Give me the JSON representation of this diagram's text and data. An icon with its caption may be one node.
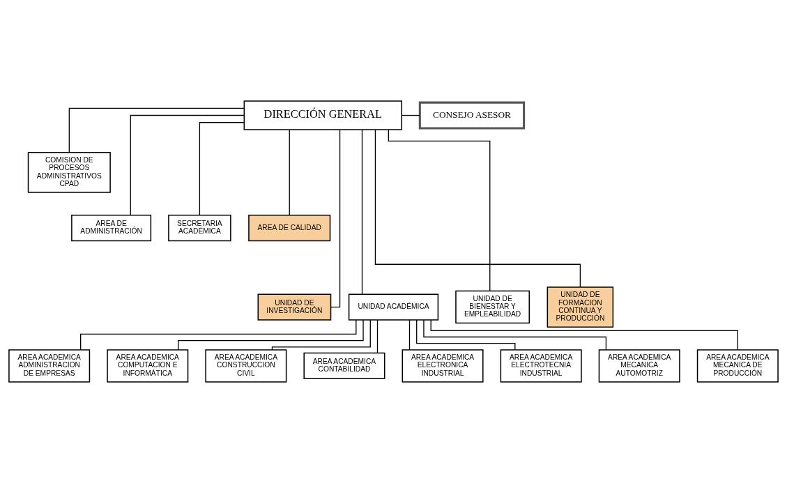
{
  "diagram": {
    "nodes": [
      {
        "text": [
          "DIRECCIÓN GENERAL"
        ]
      },
      {
        "text": [
          "CONSEJO ASESOR"
        ]
      },
      {
        "text": [
          "COMISION DE PROCESOS ADMINISTRATIVOS CPAD"
        ]
      },
      {
        "text": [
          "AREA DE ADMINISTRACIÓN"
        ]
      },
      {
        "text": [
          "SECRETARIA ACADÉMICA"
        ]
      },
      {
        "text": [
          "AREA DE CALIDAD"
        ]
      },
      {
        "text": [
          "UNIDAD DE INVESTIGACIÓN"
        ]
      },
      {
        "text": [
          "UNIDAD ACADÉMICA"
        ]
      },
      {
        "text": [
          "UNIDAD DE BIENESTAR Y EMPLEABILIDAD"
        ]
      },
      {
        "text": [
          "UNIDAD DE FORMACION CONTINUA Y PRODUCCIÓN"
        ]
      },
      {
        "text": [
          "AREA ACADEMICA ADMINISTRACION DE EMPRESAS"
        ]
      },
      {
        "text": [
          "AREA ACADEMICA COMPUTACION E INFORMÁTICA"
        ]
      },
      {
        "text": [
          "AREA ACADEMICA CONSTRUCCION CIVIL"
        ]
      },
      {
        "text": [
          "AREA ACADEMICA CONTABILIDAD"
        ]
      },
      {
        "text": [
          "AREA ACADEMICA ELECTRONICA INDUSTRIAL"
        ]
      },
      {
        "text": [
          "AREA ACADEMICA ELECTROTECNIA INDUSTRIAL"
        ]
      },
      {
        "text": [
          "AREA ACADEMICA MECANICA AUTOMOTRIZ"
        ]
      },
      {
        "text": [
          "AREA ACADEMICA MECANICA DE PRODUCCIÓN"
        ]
      }
    ],
    "edges": [
      {
        "from": 0,
        "to": 1,
        "arrow": "none"
      },
      {
        "from": 0,
        "to": 2,
        "arrow": "none"
      },
      {
        "from": 0,
        "to": 3,
        "arrow": "none"
      },
      {
        "from": 0,
        "to": 4,
        "arrow": "none"
      },
      {
        "from": 0,
        "to": 5,
        "arrow": "none"
      },
      {
        "from": 0,
        "to": 6,
        "arrow": "none"
      },
      {
        "from": 0,
        "to": 7,
        "arrow": "none"
      },
      {
        "from": 0,
        "to": 8,
        "arrow": "none"
      },
      {
        "from": 0,
        "to": 9,
        "arrow": "none"
      },
      {
        "from": 7,
        "to": 10,
        "arrow": "none"
      },
      {
        "from": 7,
        "to": 11,
        "arrow": "none"
      },
      {
        "from": 7,
        "to": 12,
        "arrow": "none"
      },
      {
        "from": 7,
        "to": 13,
        "arrow": "none"
      },
      {
        "from": 7,
        "to": 14,
        "arrow": "none"
      },
      {
        "from": 7,
        "to": 15,
        "arrow": "none"
      },
      {
        "from": 7,
        "to": 16,
        "arrow": "none"
      },
      {
        "from": 7,
        "to": 17,
        "arrow": "none"
      }
    ]
  }
}
